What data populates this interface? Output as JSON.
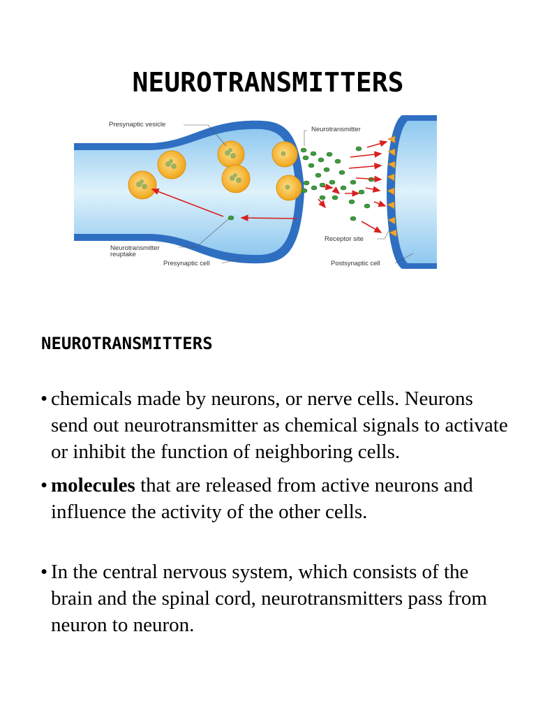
{
  "slide_title": "NEUROTRANSMITTERS",
  "figure": {
    "labels": {
      "presynaptic_vesicle": "Presynaptic vesicle",
      "neurotransmitter": "Neurotransmitter",
      "receptor_site": "Receptor site",
      "reuptake_line1": "Neurotransmitter",
      "reuptake_line2": "reuptake",
      "presynaptic_cell": "Presynaptic cell",
      "postsynaptic_cell": "Postsynaptic cell"
    },
    "colors": {
      "membrane": "#2f6fc2",
      "cytoplasm": "#bfe3f6",
      "vesicle": "#f5b21a",
      "molecule": "#3e9a3e",
      "arrow": "#d92020",
      "receptor": "#f0a830"
    }
  },
  "section_heading": "NEUROTRANSMITTERS",
  "bullets": [
    {
      "marker": "•",
      "bold_lead": "",
      "text": "chemicals made by neurons, or nerve cells. Neurons send out neurotransmitter as chemical signals to activate or inhibit the function of neighboring cells."
    },
    {
      "marker": "•",
      "bold_lead": "molecules",
      "text": " that are released from active neurons and influence the activity of the other cells."
    },
    {
      "marker": "•",
      "bold_lead": "",
      "text": "In the central nervous system, which consists of the brain and the spinal cord, neurotransmitters pass from neuron to neuron."
    }
  ]
}
